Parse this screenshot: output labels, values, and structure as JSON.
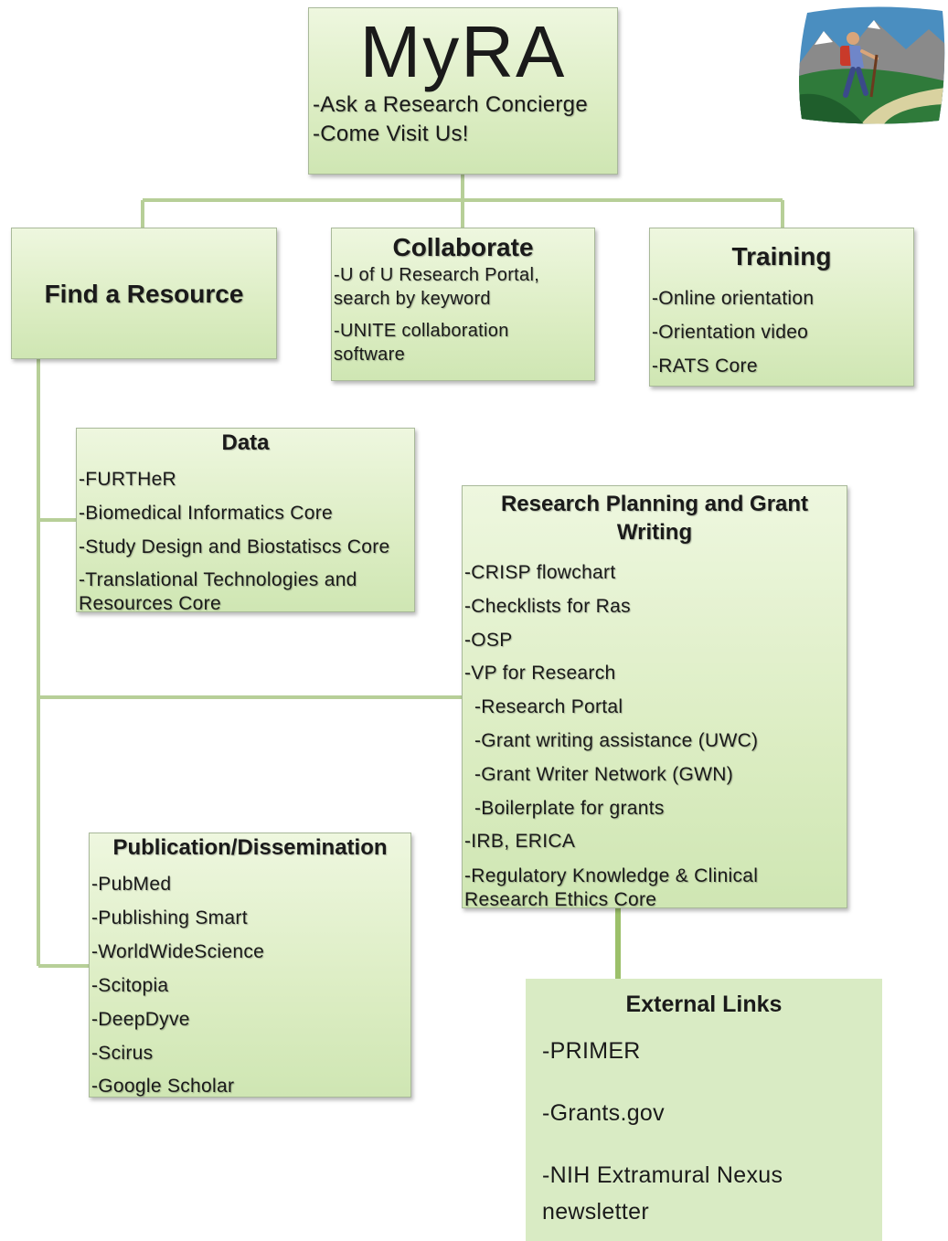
{
  "root": {
    "title": "MyRA",
    "items": [
      "-Ask a Research Concierge",
      "-Come Visit Us!"
    ]
  },
  "find_resource": {
    "title": "Find a Resource"
  },
  "collaborate": {
    "title": "Collaborate",
    "items": [
      "-U of U Research Portal,",
      "search by keyword",
      "-UNITE collaboration",
      "software"
    ]
  },
  "training": {
    "title": "Training",
    "items": [
      "-Online orientation",
      "-Orientation video",
      "-RATS Core"
    ]
  },
  "data": {
    "title": "Data",
    "items": [
      "-FURTHeR",
      "-Biomedical Informatics Core",
      "-Study Design and Biostatiscs Core",
      "-Translational Technologies and",
      "Resources Core"
    ]
  },
  "research_planning": {
    "title_line1": "Research Planning and Grant",
    "title_line2": "Writing",
    "items": [
      "-CRISP flowchart",
      "-Checklists for Ras",
      "-OSP",
      "-VP for Research",
      "-Research Portal",
      "-Grant writing assistance (UWC)",
      "-Grant Writer Network (GWN)",
      "-Boilerplate for grants",
      "-IRB, ERICA",
      "-Regulatory Knowledge & Clinical",
      "Research Ethics Core"
    ]
  },
  "publication": {
    "title": "Publication/Dissemination",
    "items": [
      "-PubMed",
      "-Publishing Smart",
      "-WorldWideScience",
      "-Scitopia",
      "-DeepDyve",
      "-Scirus",
      "-Google Scholar"
    ]
  },
  "external_links": {
    "title": "External Links",
    "items": [
      "-PRIMER",
      "-Grants.gov",
      "-NIH Extramural Nexus",
      "newsletter"
    ]
  },
  "colors": {
    "box_fill": "#d9ebc4",
    "connector": "#b7cf98",
    "connector_dark": "#9cc06a"
  },
  "logo": {
    "icon": "hiker-mountain-icon"
  }
}
